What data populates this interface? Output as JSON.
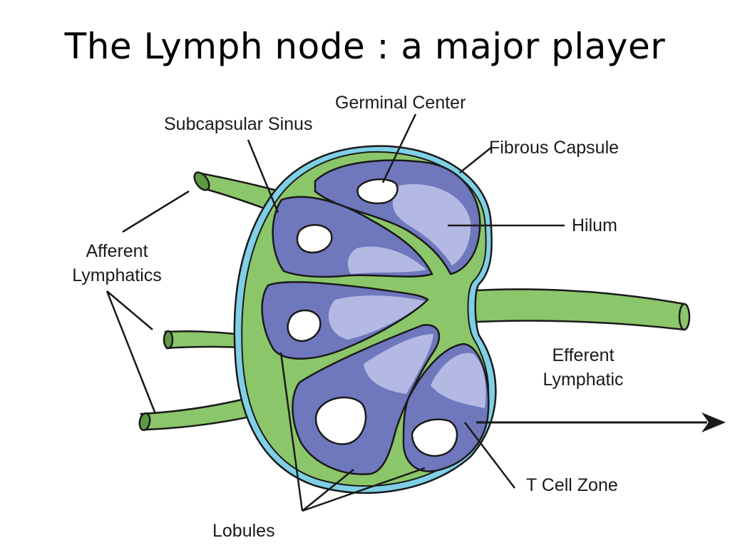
{
  "slide": {
    "title": "The Lymph node : a major player"
  },
  "labels": {
    "germinal_center": "Germinal Center",
    "subcapsular_sinus": "Subcapsular Sinus",
    "fibrous_capsule": "Fibrous Capsule",
    "hilum": "Hilum",
    "afferent_line1": "Afferent",
    "afferent_line2": "Lymphatics",
    "efferent_line1": "Efferent",
    "efferent_line2": "Lymphatic",
    "t_cell_zone": "T Cell Zone",
    "lobules": "Lobules"
  },
  "colors": {
    "capsule_blue": "#7fd0e6",
    "medulla_green": "#8cc66a",
    "vessel_green": "#8cc66a",
    "lobule_purple": "#6f77bd",
    "lobule_light": "#b3b9e3",
    "outline": "#1a1a1a"
  }
}
